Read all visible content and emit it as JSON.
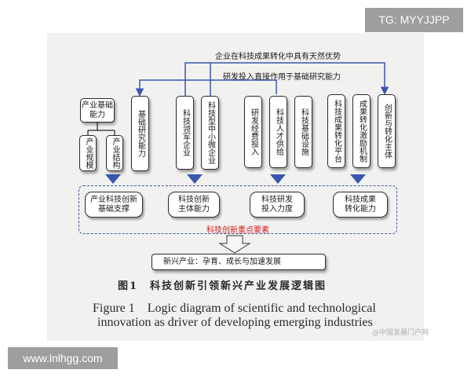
{
  "top_note": "企业在科技成果转化中具有天然优势",
  "second_note": "研发投入直接作用于基础研究能力",
  "left_group": {
    "main": "产业基础能力",
    "sub": [
      "产业规模",
      "产业结构"
    ]
  },
  "columns": [
    "基础研究能力",
    "科技领军企业",
    "科技型中小微企业",
    "研发经费投入",
    "科技人才供给",
    "科技基础设施",
    "科技成果转化平台",
    "成果转化激励机制",
    "创新与转化主体"
  ],
  "mid_boxes": [
    "产业科技创新基础支撑",
    "科技创新主体能力",
    "科技研发投入力度",
    "科技成果转化能力"
  ],
  "key_elements_label": "科技创新重点要素",
  "result": "新兴产业：孕育、成长与加速发展",
  "caption_cn": "图1　科技创新引领新兴产业发展逻辑图",
  "caption_en_line1": "Figure 1　Logic diagram of scientific and technological",
  "caption_en_line2": "innovation as driver of developing emerging industries",
  "watermark": "@中国发展门户网",
  "badge_top": "TG: MYYJJPP",
  "badge_bottom": "www.lnlhgg.com",
  "colors": {
    "arrow_blue": "#3b56b0",
    "emphasis_red": "#d21f1f",
    "badge_gray": "#9e9e9e"
  }
}
